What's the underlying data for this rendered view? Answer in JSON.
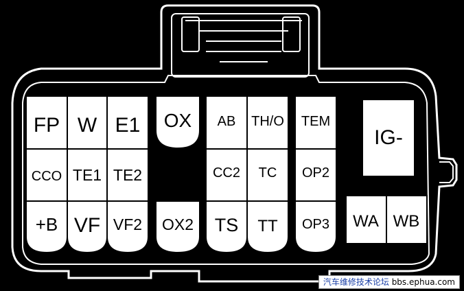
{
  "connector": {
    "pins": {
      "fp": "FP",
      "w": "W",
      "e1": "E1",
      "cco": "CCO",
      "te1": "TE1",
      "te2": "TE2",
      "b_plus": "+B",
      "vf": "VF",
      "vf2": "VF2",
      "ox": "OX",
      "ox2": "OX2",
      "ab": "AB",
      "tho": "TH/O",
      "tem": "TEM",
      "cc2": "CC2",
      "tc": "TC",
      "op2": "OP2",
      "ts": "TS",
      "tt": "TT",
      "op3": "OP3",
      "ig_minus": "IG-",
      "wa": "WA",
      "wb": "WB"
    }
  },
  "watermark": {
    "text_cn": "汽车维修技术论坛",
    "text_url": "bbs.ephua.com"
  }
}
